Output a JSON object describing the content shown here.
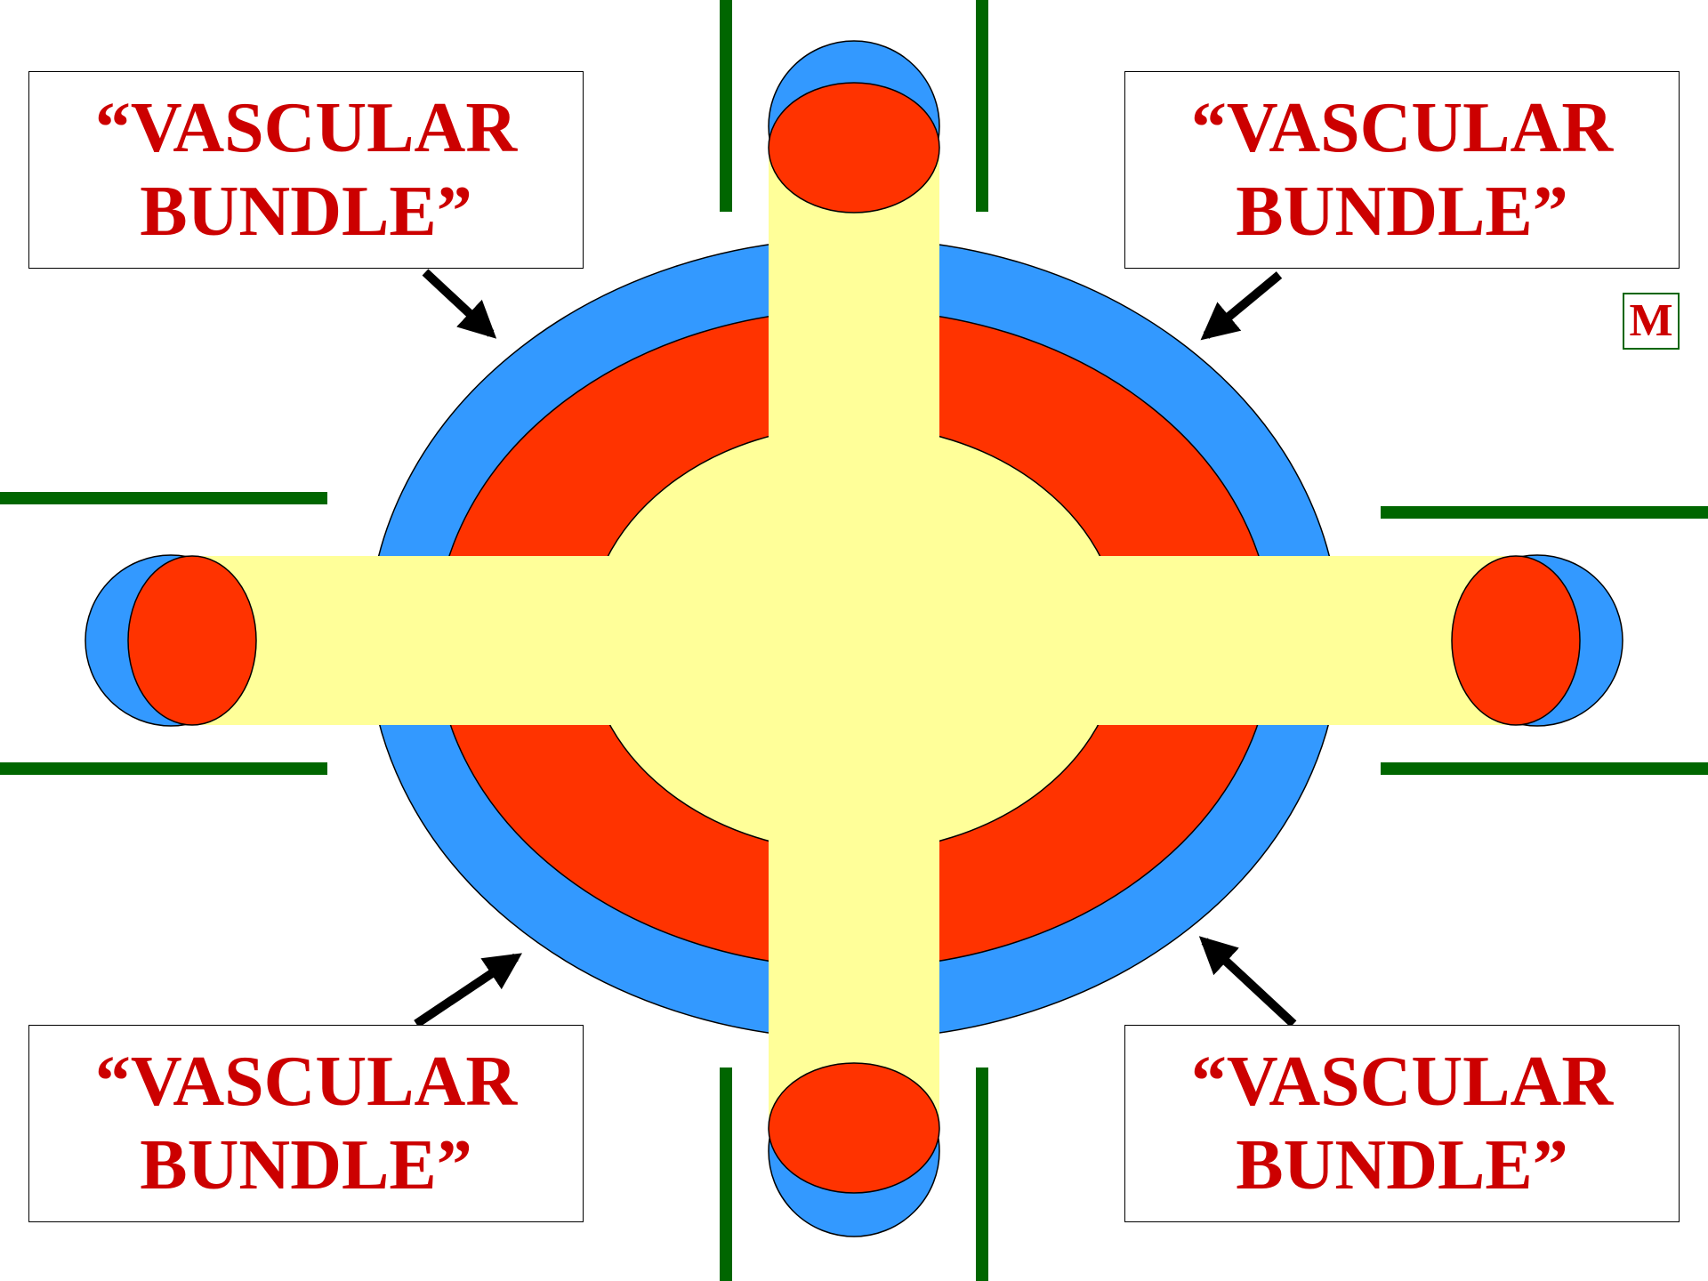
{
  "colors": {
    "outer_layer": "#3399ff",
    "middle_layer": "#ff3300",
    "core": "#ffff99",
    "guide_lines": "#006600",
    "label_text": "#cc0000",
    "arrows": "#000000"
  },
  "labels": {
    "top_left": {
      "line1": "“VASCULAR",
      "line2": "BUNDLE”"
    },
    "top_right": {
      "line1": "“VASCULAR",
      "line2": "BUNDLE”"
    },
    "bottom_left": {
      "line1": "“VASCULAR",
      "line2": "BUNDLE”"
    },
    "bottom_right": {
      "line1": "“VASCULAR",
      "line2": "BUNDLE”"
    }
  },
  "badge": {
    "text": "M"
  }
}
